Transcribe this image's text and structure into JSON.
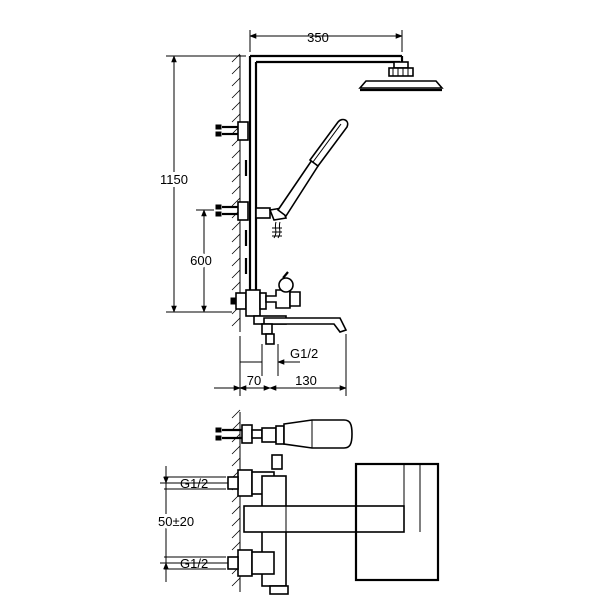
{
  "dimensions": {
    "top_width": "350",
    "total_height": "1150",
    "mixer_height": "600",
    "wall_offset": "70",
    "spout_offset": "130",
    "thread_upper_view": "G1/2",
    "thread_lower_1": "G1/2",
    "thread_lower_2": "G1/2",
    "centre_distance": "50±20"
  },
  "colors": {
    "line": "#000000",
    "background": "#ffffff"
  }
}
